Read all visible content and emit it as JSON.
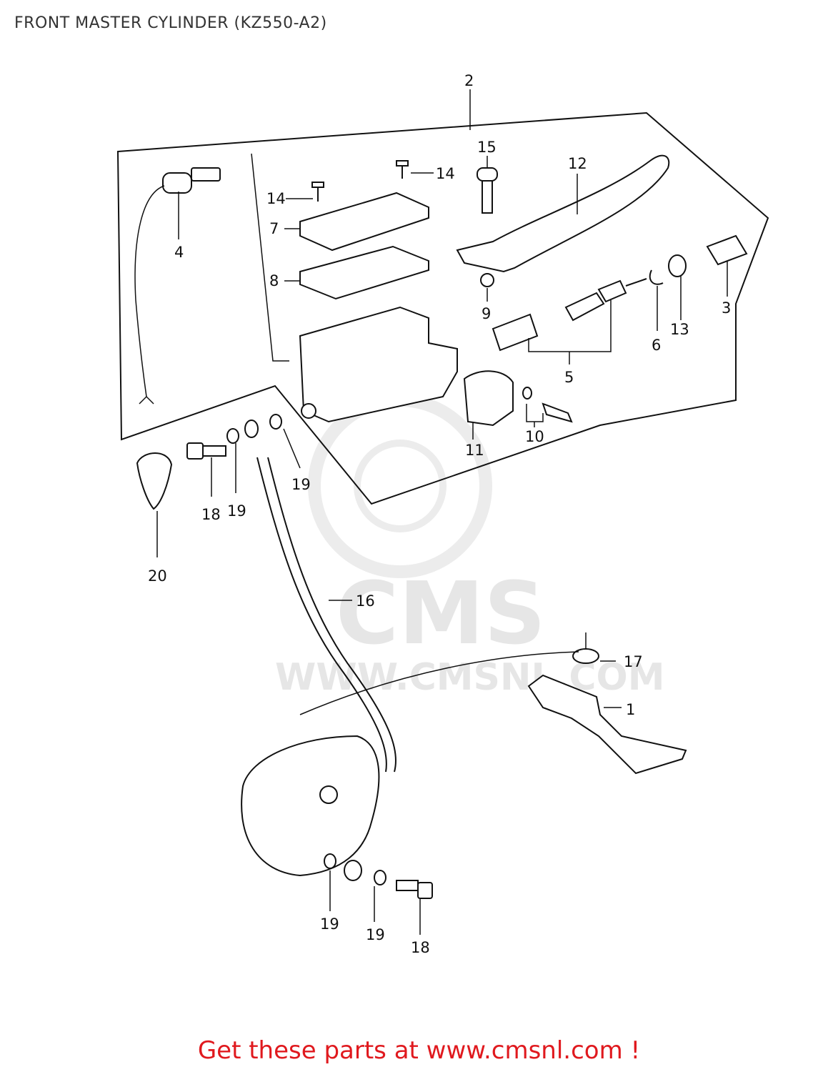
{
  "title": "FRONT MASTER CYLINDER (KZ550-A2)",
  "footer": "Get these parts at www.cmsnl.com !",
  "watermark": {
    "logo_text": "CMS",
    "url_text": "WWW.CMSNL.COM"
  },
  "callouts": [
    {
      "id": "c2",
      "label": "2"
    },
    {
      "id": "c15",
      "label": "15"
    },
    {
      "id": "c12",
      "label": "12"
    },
    {
      "id": "c14a",
      "label": "14"
    },
    {
      "id": "c14b",
      "label": "14"
    },
    {
      "id": "c7",
      "label": "7"
    },
    {
      "id": "c4",
      "label": "4"
    },
    {
      "id": "c8",
      "label": "8"
    },
    {
      "id": "c9",
      "label": "9"
    },
    {
      "id": "c3",
      "label": "3"
    },
    {
      "id": "c6",
      "label": "6"
    },
    {
      "id": "c13",
      "label": "13"
    },
    {
      "id": "c5",
      "label": "5"
    },
    {
      "id": "c10",
      "label": "10"
    },
    {
      "id": "c11",
      "label": "11"
    },
    {
      "id": "c19a",
      "label": "19"
    },
    {
      "id": "c18a",
      "label": "18"
    },
    {
      "id": "c19b",
      "label": "19"
    },
    {
      "id": "c20",
      "label": "20"
    },
    {
      "id": "c16",
      "label": "16"
    },
    {
      "id": "c17",
      "label": "17"
    },
    {
      "id": "c1",
      "label": "1"
    },
    {
      "id": "c19c",
      "label": "19"
    },
    {
      "id": "c19d",
      "label": "19"
    },
    {
      "id": "c18b",
      "label": "18"
    }
  ]
}
